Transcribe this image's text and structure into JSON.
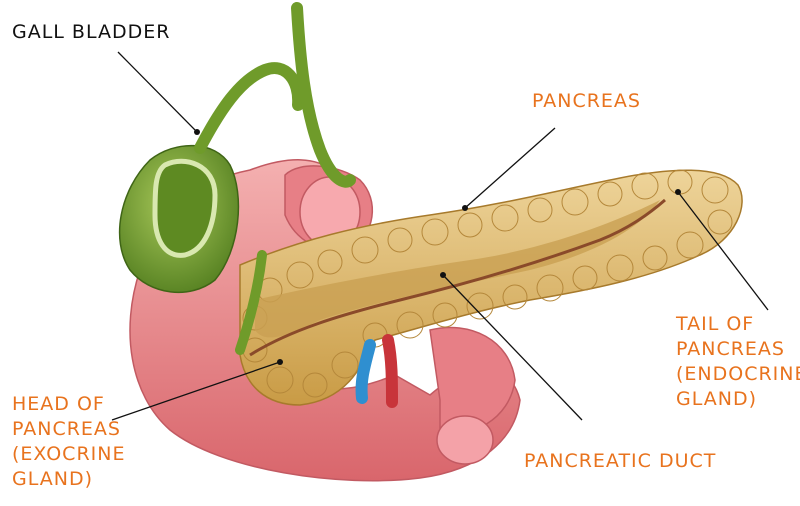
{
  "colors": {
    "label_black": "#111111",
    "label_orange": "#e8731e",
    "pancreas": "#dcb968",
    "duct": "#8a4a2a",
    "gallbladder": "#6f9b2a",
    "intestine": "#e88a8e",
    "vein": "#2f8fd0",
    "artery": "#c8343a"
  },
  "labels": {
    "gall_bladder": "GALL BLADDER",
    "pancreas": "PANCREAS",
    "tail": [
      "TAIL OF",
      "PANCREAS",
      "(ENDOCRINE",
      "GLAND)"
    ],
    "head": [
      "HEAD OF",
      "PANCREAS",
      "(EXOCRINE",
      "GLAND)"
    ],
    "duct": "PANCREATIC DUCT"
  }
}
